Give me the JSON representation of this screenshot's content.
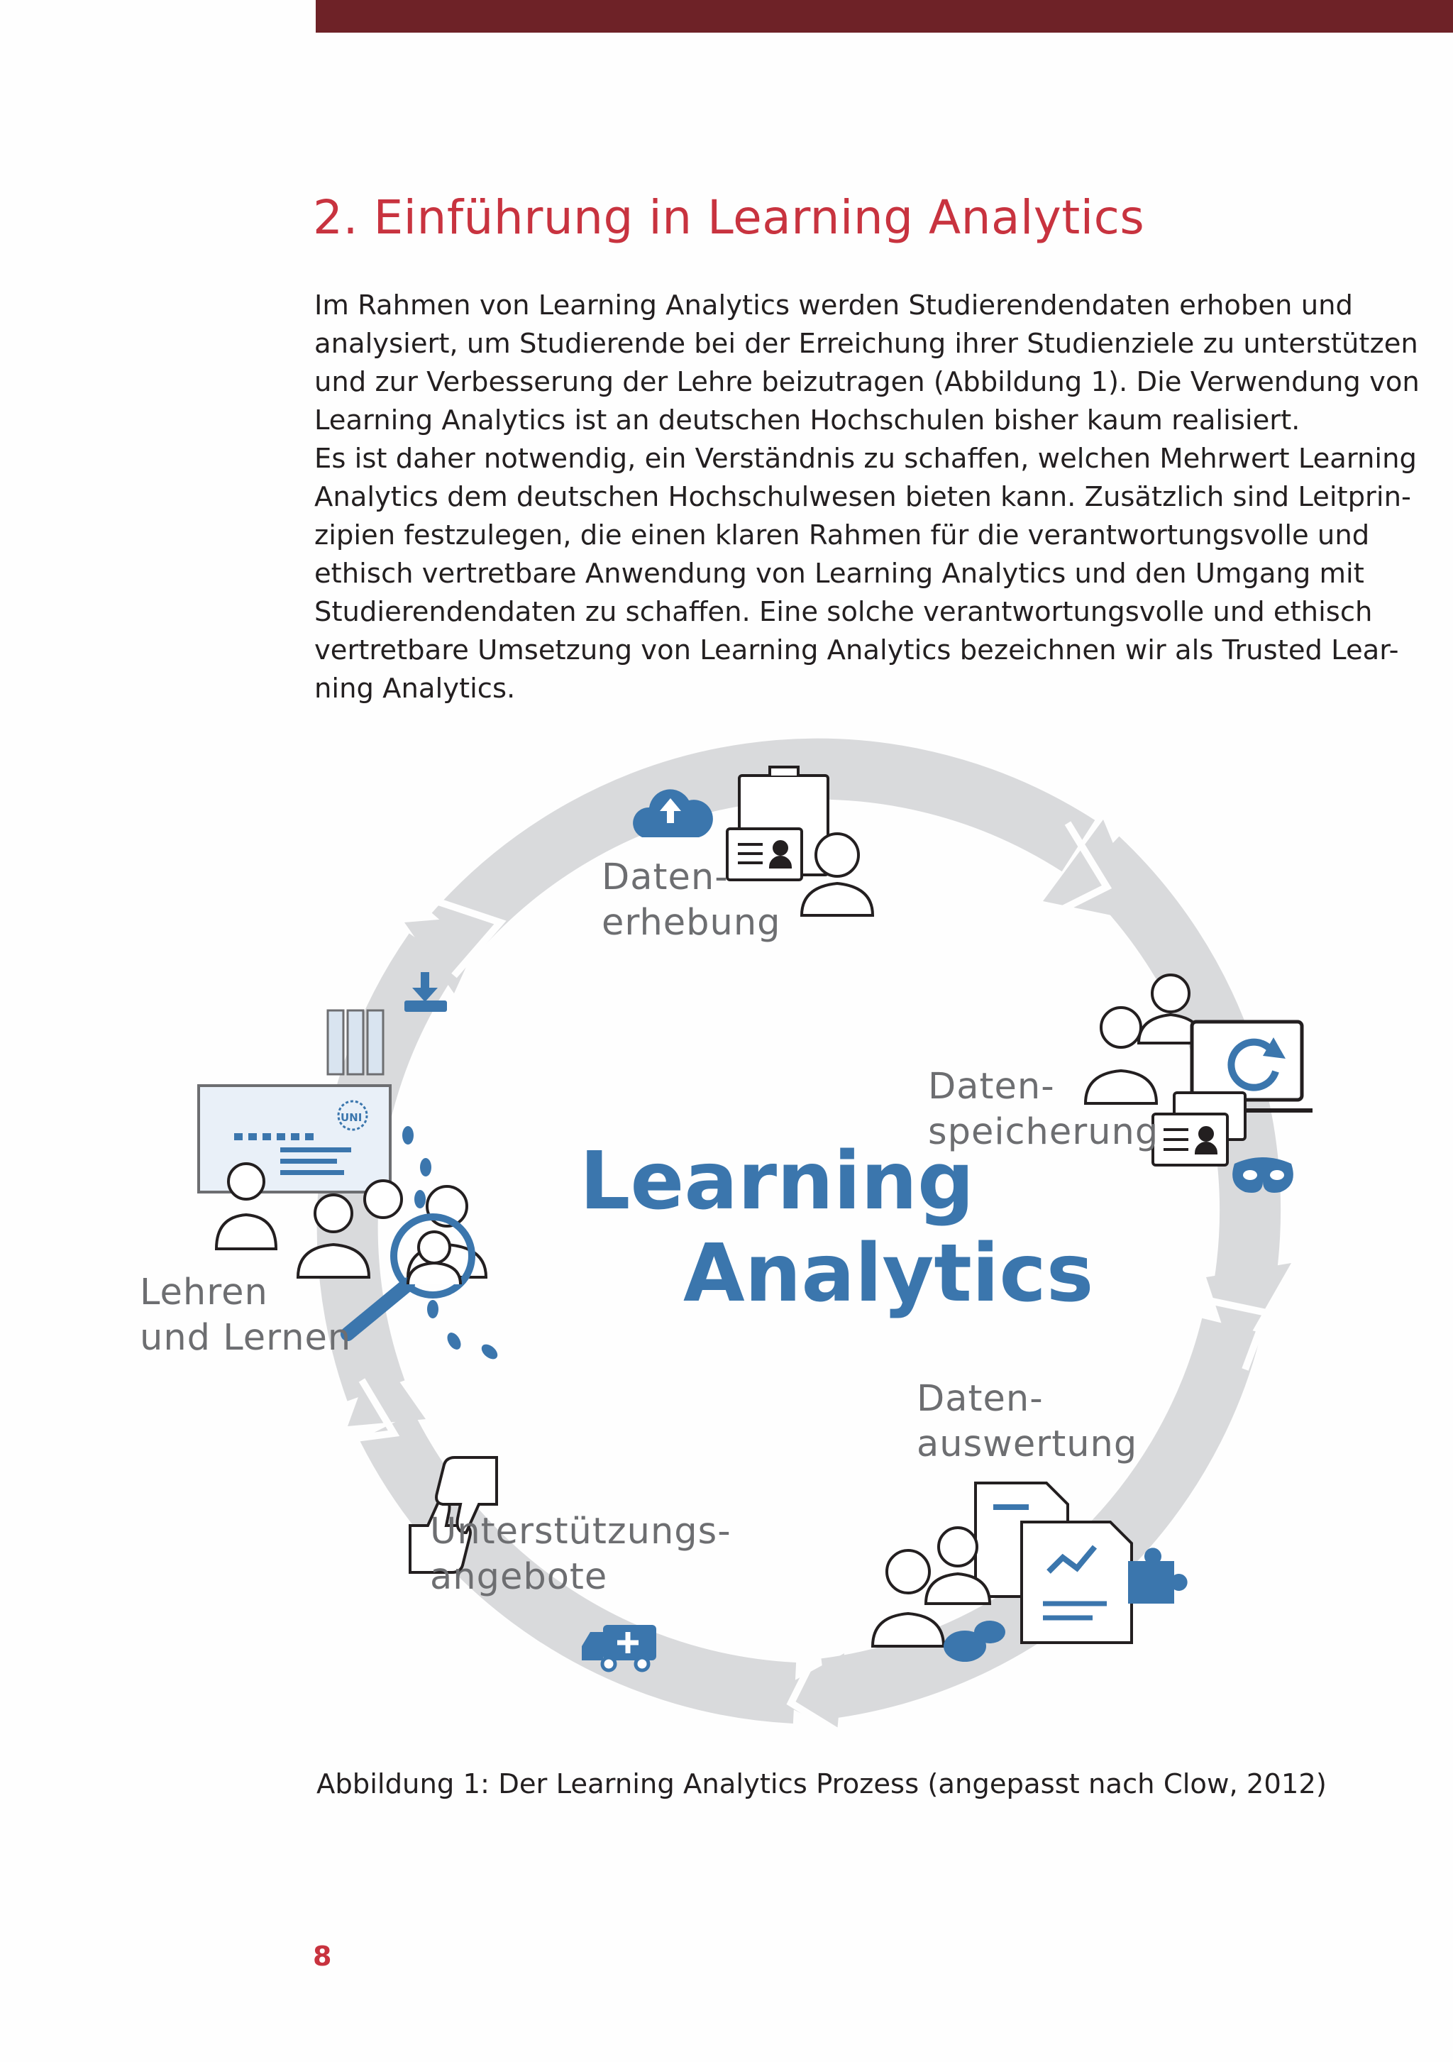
{
  "heading": "2. Einführung in Learning Analytics",
  "body_lines": [
    "Im Rahmen von Learning Analytics werden Studierendendaten erhoben und",
    "analysiert, um Studierende bei der Erreichung ihrer Studienziele zu unterstützen",
    "und zur Verbesserung der Lehre beizutragen (Abbildung 1). Die Verwendung von",
    "Learning Analytics ist an deutschen Hochschulen bisher kaum realisiert.",
    "Es ist daher notwendig, ein Verständnis zu schaffen, welchen Mehrwert Learning",
    "Analytics dem deutschen Hochschulwesen bieten kann. Zusätzlich sind Leitprin-",
    "zipien festzulegen, die einen klaren Rahmen für die verantwortungsvolle und",
    "ethisch vertretbare Anwendung von Learning Analytics und den Umgang mit",
    "Studierendendaten zu schaffen. Eine solche verantwortungsvolle und ethisch",
    "vertretbare Umsetzung von Learning Analytics bezeichnen wir als Trusted Lear-",
    "ning Analytics."
  ],
  "figure": {
    "center_line1": "Learning",
    "center_line2": "Analytics",
    "stages": {
      "datenerhebung": [
        "Daten-",
        "erhebung"
      ],
      "datenspeicherung": [
        "Daten-",
        "speicherung"
      ],
      "datenauswertung": [
        "Daten-",
        "auswertung"
      ],
      "unterstuetzung": [
        "Unterstützungs-",
        "angebote"
      ],
      "lehren": [
        "Lehren",
        "und Lernen"
      ]
    },
    "board_badge": "UNI",
    "colors": {
      "accent_blue": "#3b76ad",
      "ring_grey": "#d9dadc",
      "heading_red": "#c8333f",
      "top_bar": "#6e2227"
    }
  },
  "caption": "Abbildung 1: Der Learning Analytics Prozess (angepasst nach Clow, 2012)",
  "page_number": "8"
}
